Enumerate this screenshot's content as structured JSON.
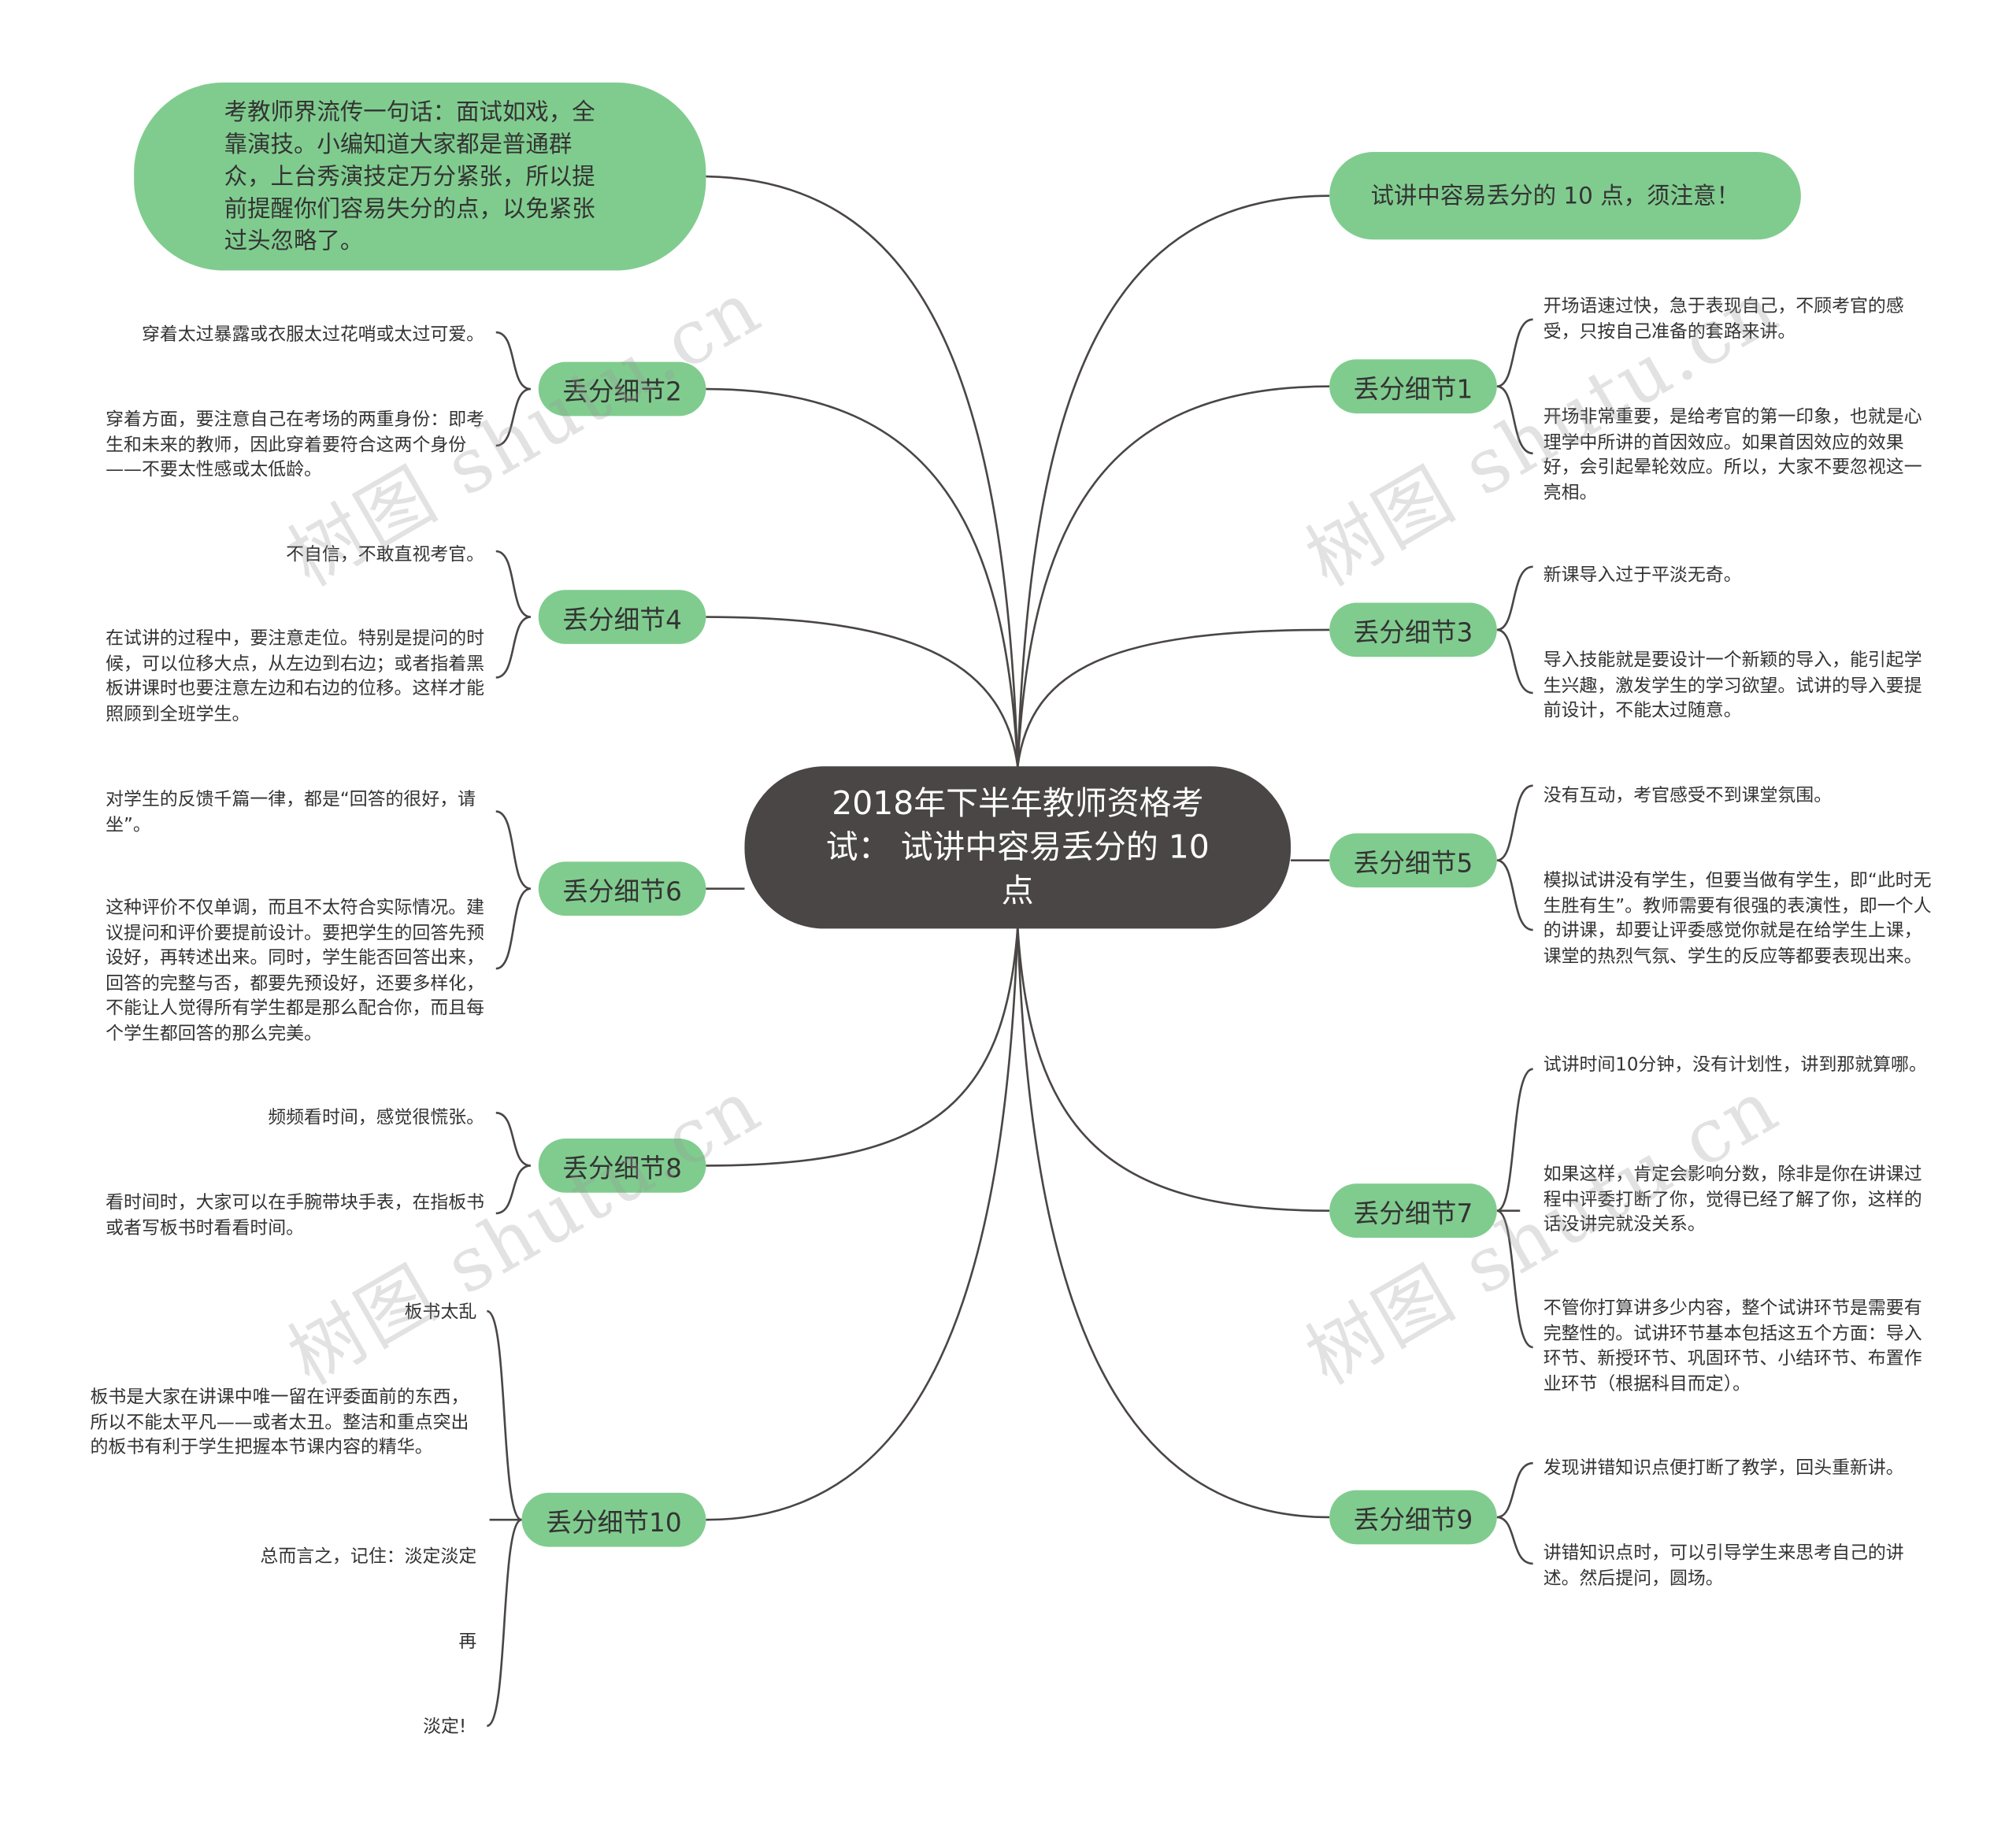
{
  "center": {
    "title": "2018年下半年教师资格考试： 试讲中容易丢分的 10 点"
  },
  "intro": {
    "text": "考教师界流传一句话：面试如戏，全靠演技。小编知道大家都是普通群众，上台秀演技定万分紧张，所以提前提醒你们容易失分的点，以免紧张过头忽略了。"
  },
  "header_note": {
    "text": "试讲中容易丢分的 10 点，须注意！"
  },
  "topics": {
    "t1": {
      "label": "丢分细节1",
      "leaves": [
        "开场语速过快，急于表现自己，不顾考官的感受，只按自己准备的套路来讲。",
        "开场非常重要，是给考官的第一印象，也就是心理学中所讲的首因效应。如果首因效应的效果好，会引起晕轮效应。所以，大家不要忽视这一亮相。"
      ]
    },
    "t2": {
      "label": "丢分细节2",
      "leaves": [
        "穿着太过暴露或衣服太过花哨或太过可爱。",
        "穿着方面，要注意自己在考场的两重身份：即考生和未来的教师，因此穿着要符合这两个身份——不要太性感或太低龄。"
      ]
    },
    "t3": {
      "label": "丢分细节3",
      "leaves": [
        "新课导入过于平淡无奇。",
        "导入技能就是要设计一个新颖的导入，能引起学生兴趣，激发学生的学习欲望。试讲的导入要提前设计，不能太过随意。"
      ]
    },
    "t4": {
      "label": "丢分细节4",
      "leaves": [
        "不自信，不敢直视考官。",
        "在试讲的过程中，要注意走位。特别是提问的时候，可以位移大点，从左边到右边；或者指着黑板讲课时也要注意左边和右边的位移。这样才能照顾到全班学生。"
      ]
    },
    "t5": {
      "label": "丢分细节5",
      "leaves": [
        "没有互动，考官感受不到课堂氛围。",
        "模拟试讲没有学生，但要当做有学生，即“此时无生胜有生”。教师需要有很强的表演性，即一个人的讲课，却要让评委感觉你就是在给学生上课，课堂的热烈气氛、学生的反应等都要表现出来。"
      ]
    },
    "t6": {
      "label": "丢分细节6",
      "leaves": [
        "对学生的反馈千篇一律，都是“回答的很好，请坐”。",
        "这种评价不仅单调，而且不太符合实际情况。建议提问和评价要提前设计。要把学生的回答先预设好，再转述出来。同时，学生能否回答出来，回答的完整与否，都要先预设好，还要多样化，不能让人觉得所有学生都是那么配合你，而且每个学生都回答的那么完美。"
      ]
    },
    "t7": {
      "label": "丢分细节7",
      "leaves": [
        "试讲时间10分钟，没有计划性，讲到那就算哪。",
        "如果这样，肯定会影响分数，除非是你在讲课过程中评委打断了你，觉得已经了解了你，这样的话没讲完就没关系。",
        "不管你打算讲多少内容，整个试讲环节是需要有完整性的。试讲环节基本包括这五个方面：导入环节、新授环节、巩固环节、小结环节、布置作业环节（根据科目而定）。"
      ]
    },
    "t8": {
      "label": "丢分细节8",
      "leaves": [
        "频频看时间，感觉很慌张。",
        "看时间时，大家可以在手腕带块手表，在指板书或者写板书时看看时间。"
      ]
    },
    "t9": {
      "label": "丢分细节9",
      "leaves": [
        "发现讲错知识点便打断了教学，回头重新讲。",
        "讲错知识点时，可以引导学生来思考自己的讲述。然后提问，圆场。"
      ]
    },
    "t10": {
      "label": "丢分细节10",
      "leaves": [
        "板书太乱",
        "板书是大家在讲课中唯一留在评委面前的东西，所以不能太平凡——或者太丑。整洁和重点突出的板书有利于学生把握本节课内容的精华。",
        "总而言之，记住：淡定淡定",
        "再",
        "淡定!"
      ]
    }
  },
  "watermark": {
    "text": "树图 shutu.cn"
  },
  "colors": {
    "center_bg": "#4a4645",
    "topic_bg": "#80cc8f",
    "line": "#4a4645"
  }
}
